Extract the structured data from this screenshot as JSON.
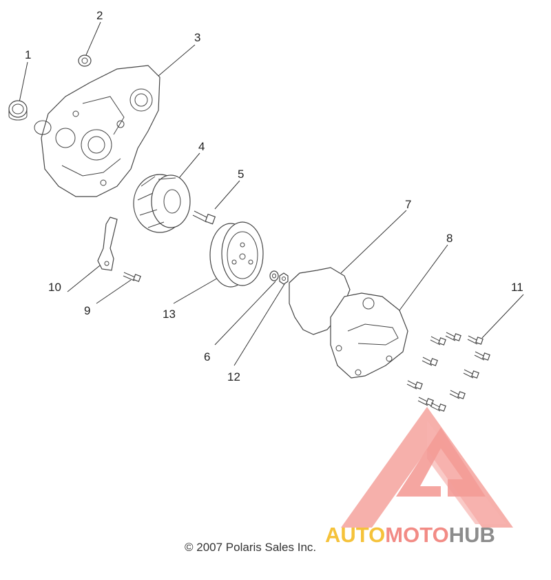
{
  "diagram": {
    "callouts": [
      "1",
      "2",
      "3",
      "4",
      "5",
      "6",
      "7",
      "8",
      "9",
      "10",
      "11",
      "12",
      "13"
    ],
    "copyright": "© 2007 Polaris Sales Inc."
  },
  "watermark": {
    "text_parts": [
      "AUTO",
      "MOTO",
      "HUB"
    ],
    "colors": [
      "#f5c23a",
      "#f28b85",
      "#8c8c8c"
    ],
    "triangle_color": "#f28b85"
  }
}
